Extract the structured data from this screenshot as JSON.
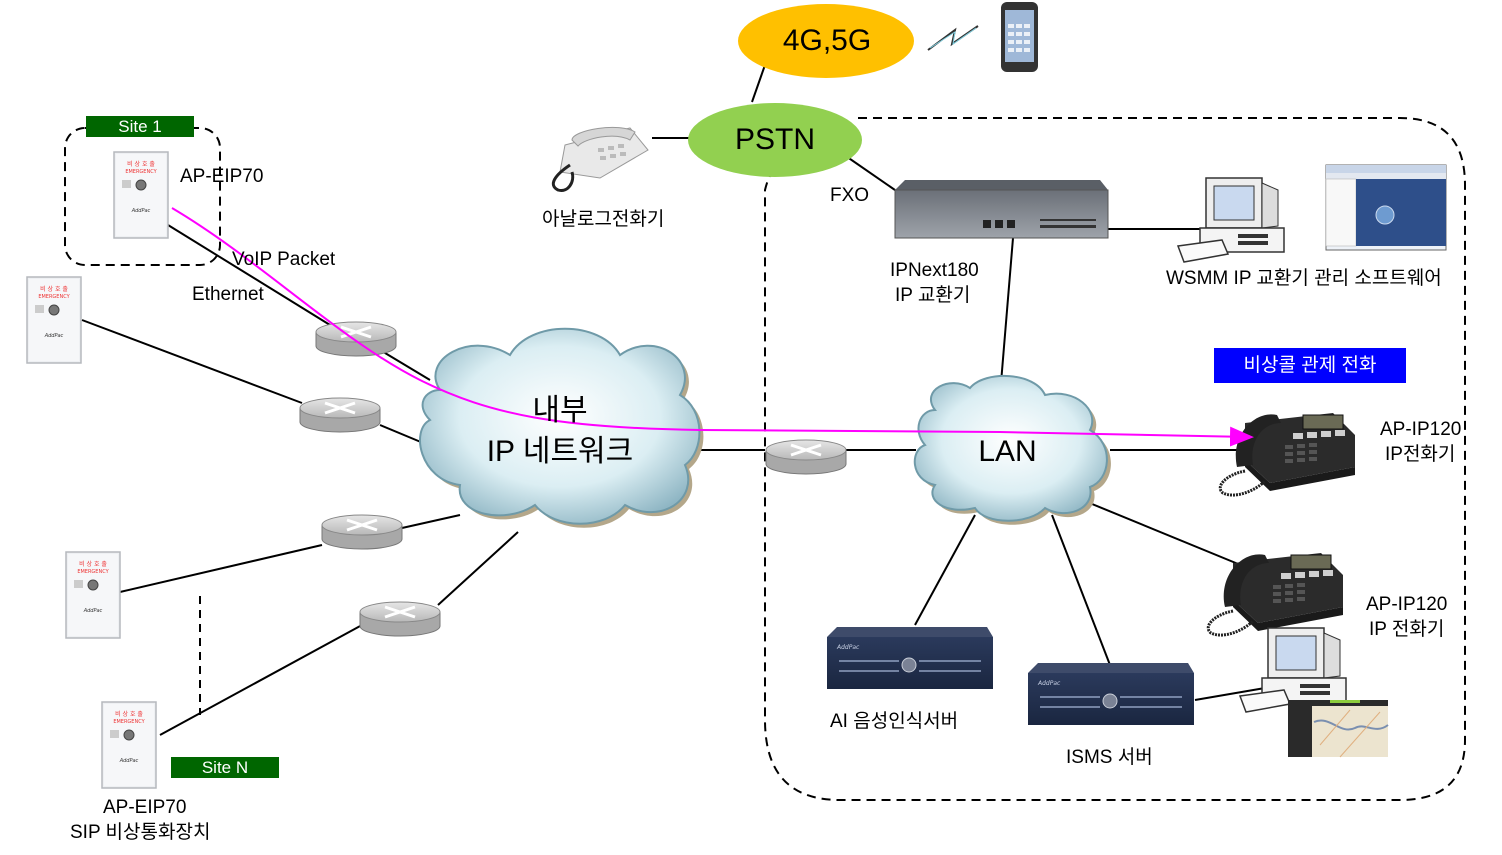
{
  "nodes": {
    "mobile_network": {
      "label": "4G,5G",
      "color": "#ffc000"
    },
    "pstn": {
      "label": "PSTN",
      "color": "#92d050"
    },
    "internal_ip_network": {
      "label_line1": "내부",
      "label_line2": "IP 네트워크"
    },
    "lan": {
      "label": "LAN"
    },
    "analog_phone": {
      "label": "아날로그전화기"
    },
    "ip_pbx": {
      "label_line1": "IPNext180",
      "label_line2": "IP 교환기"
    },
    "wsmm": {
      "label": "WSMM IP 교환기 관리 소프트웨어"
    },
    "ip_phone_1": {
      "label_line1": "AP-IP120",
      "label_line2": "IP전화기"
    },
    "ip_phone_2": {
      "label_line1": "AP-IP120",
      "label_line2": "IP 전화기"
    },
    "ai_server": {
      "label": "AI 음성인식서버"
    },
    "isms_server": {
      "label": "ISMS 서버"
    },
    "site1_device": {
      "label": "AP-EIP70"
    },
    "siteN_device": {
      "label_line1": "AP-EIP70",
      "label_line2": "SIP 비상통화장치"
    }
  },
  "tags": {
    "site1": "Site 1",
    "siteN": "Site N",
    "control_call": "비상콜 관제 전화"
  },
  "link_labels": {
    "fxo": "FXO",
    "voip_packet": "VoIP Packet",
    "ethernet": "Ethernet"
  },
  "colors": {
    "voip_path": "#ff00ff",
    "site_tag": "#006600",
    "control_tag": "#0000ff"
  }
}
